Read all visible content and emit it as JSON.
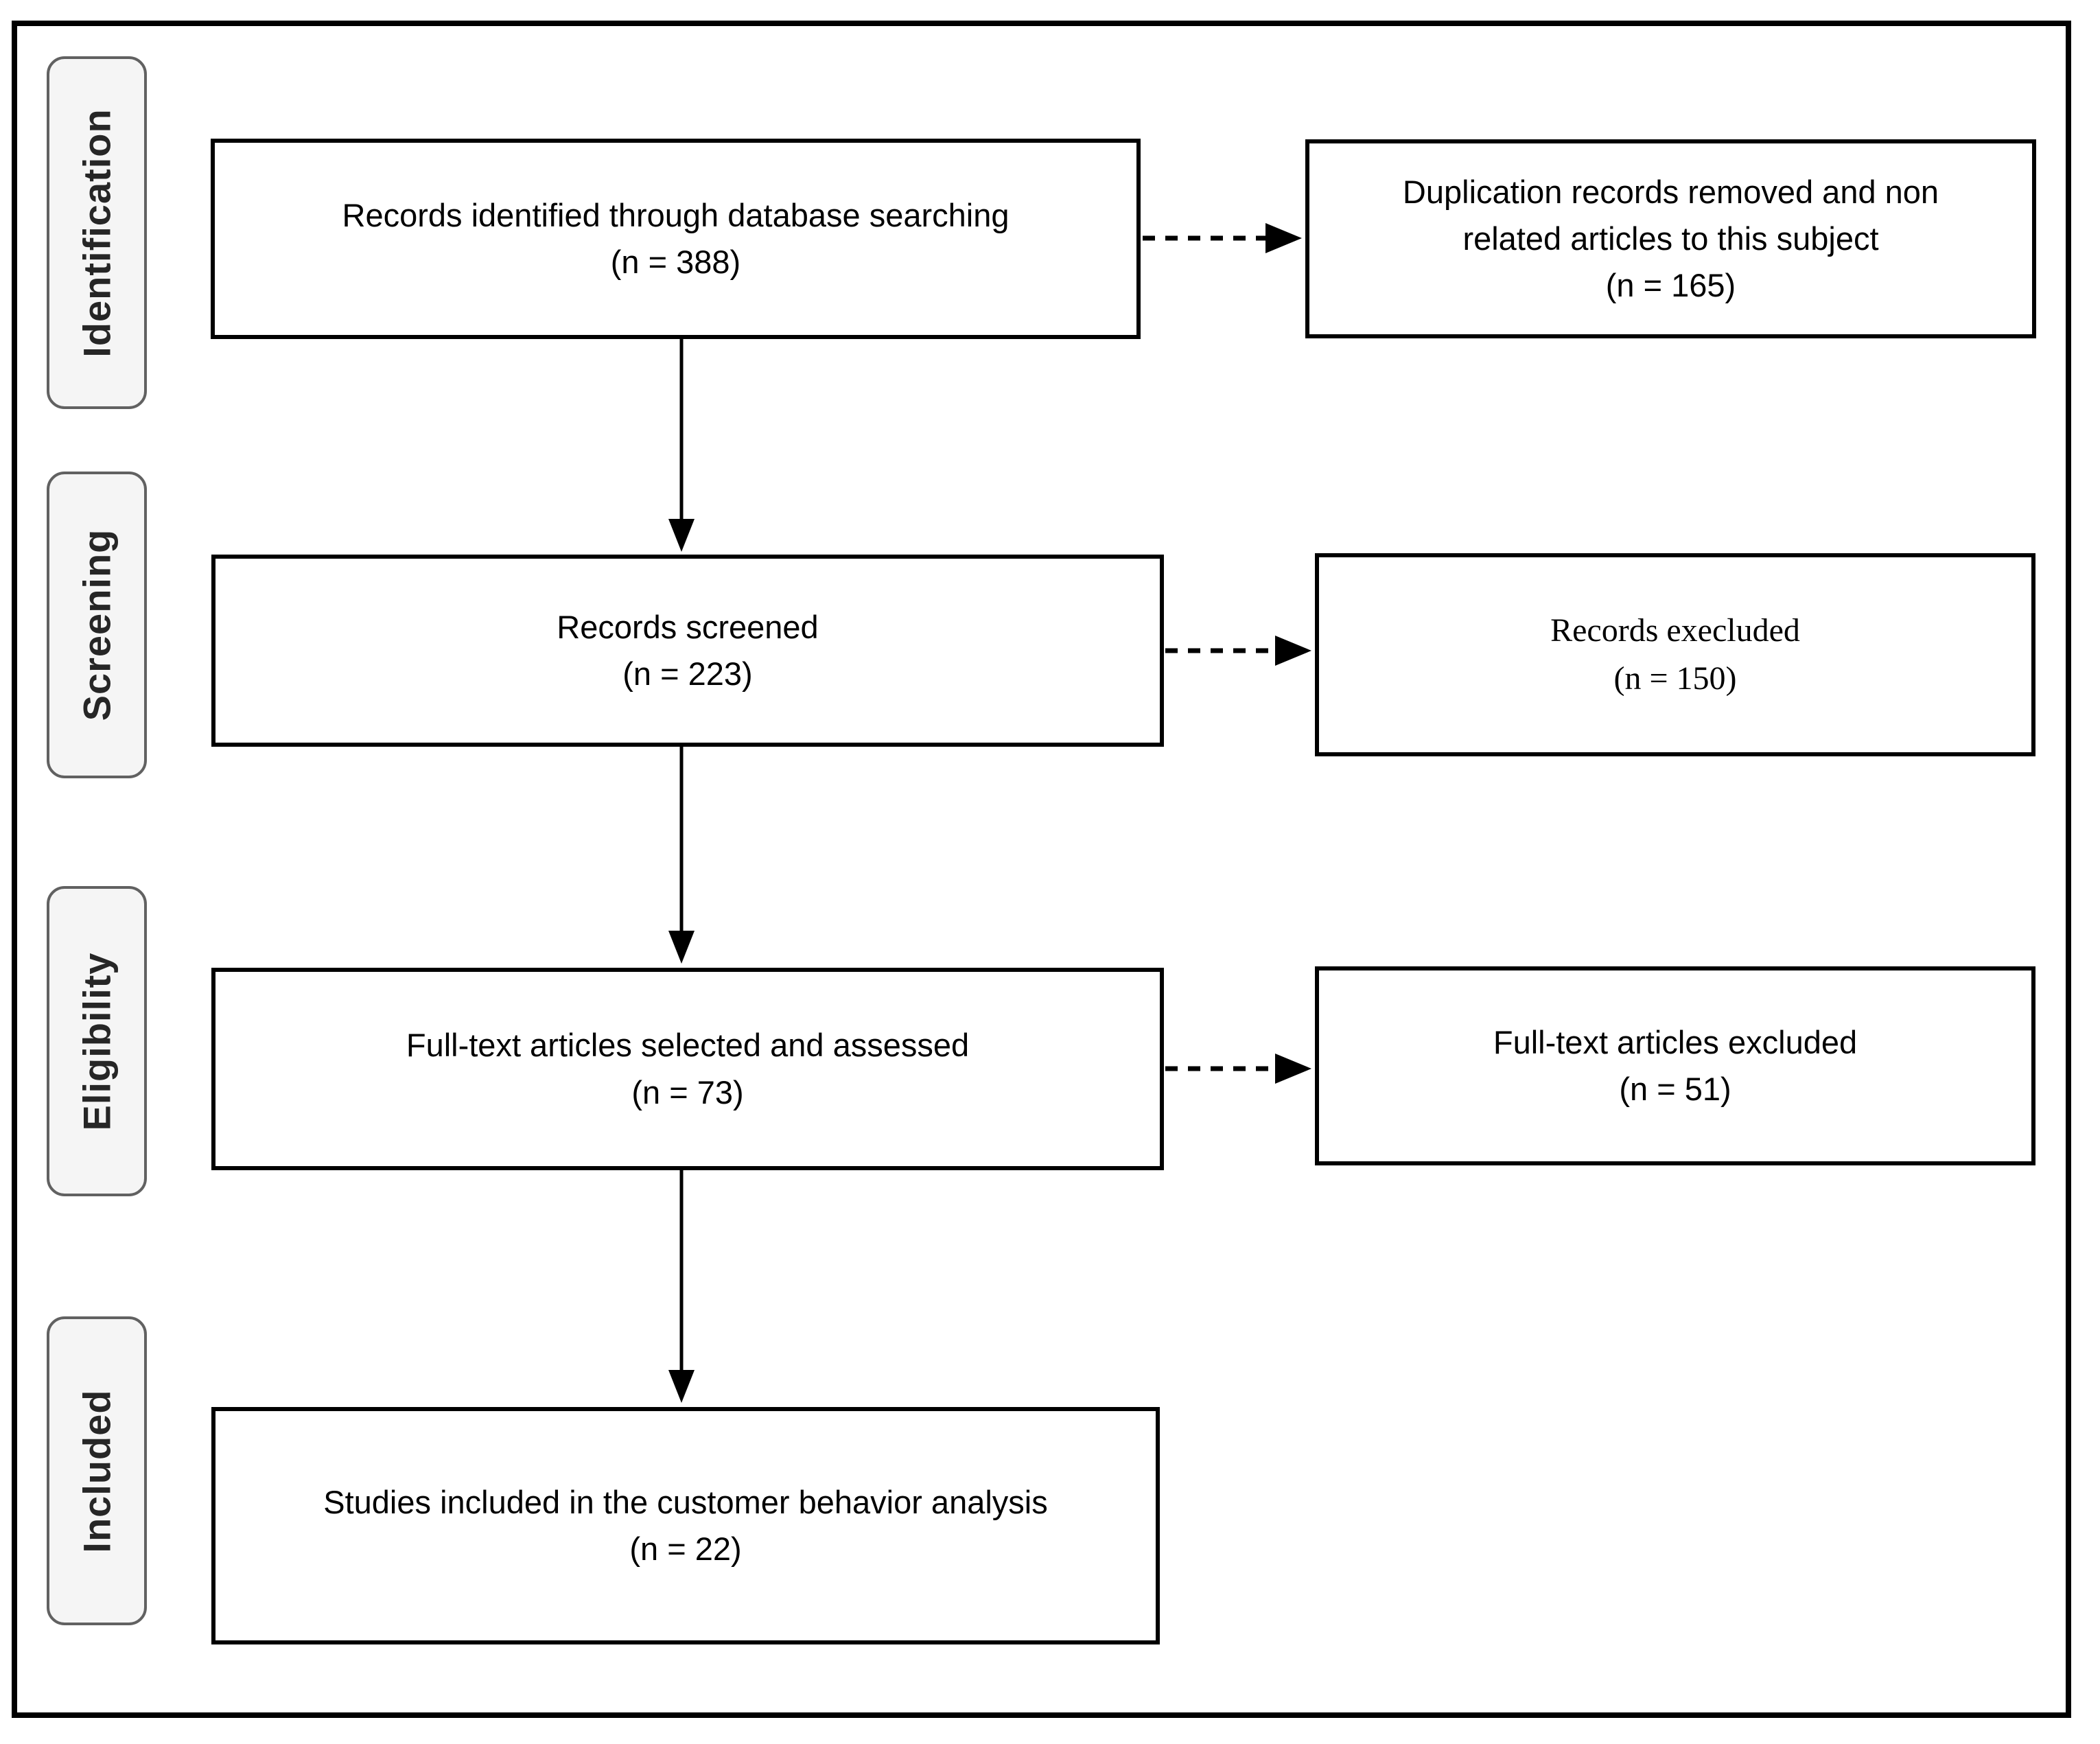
{
  "stages": [
    {
      "label": "Identification"
    },
    {
      "label": "Screening"
    },
    {
      "label": "Eligibility"
    },
    {
      "label": "Included"
    }
  ],
  "boxes": {
    "identified": {
      "lines": [
        "Records identified through database searching",
        "(n = 388)"
      ],
      "n": 388
    },
    "duplicates_removed": {
      "lines": [
        "Duplication records removed and non",
        "related articles to this subject",
        "(n = 165)"
      ],
      "n": 165
    },
    "screened": {
      "lines": [
        "Records screened",
        "(n = 223)"
      ],
      "n": 223
    },
    "records_excluded": {
      "lines": [
        "Records execluded",
        "(n = 150)"
      ],
      "n": 150
    },
    "fulltext_assessed": {
      "lines": [
        "Full-text articles selected and assessed",
        "(n = 73)"
      ],
      "n": 73
    },
    "fulltext_excluded": {
      "lines": [
        "Full-text articles excluded",
        "(n = 51)"
      ],
      "n": 51
    },
    "included_studies": {
      "lines": [
        "Studies included in the customer behavior analysis",
        "(n = 22)"
      ],
      "n": 22
    }
  },
  "colors": {
    "box_border": "#000000",
    "box_fill": "#ffffff",
    "stage_fill": "#f5f5f5",
    "stage_border": "#616161",
    "arrow": "#000000",
    "text": "#000000"
  }
}
